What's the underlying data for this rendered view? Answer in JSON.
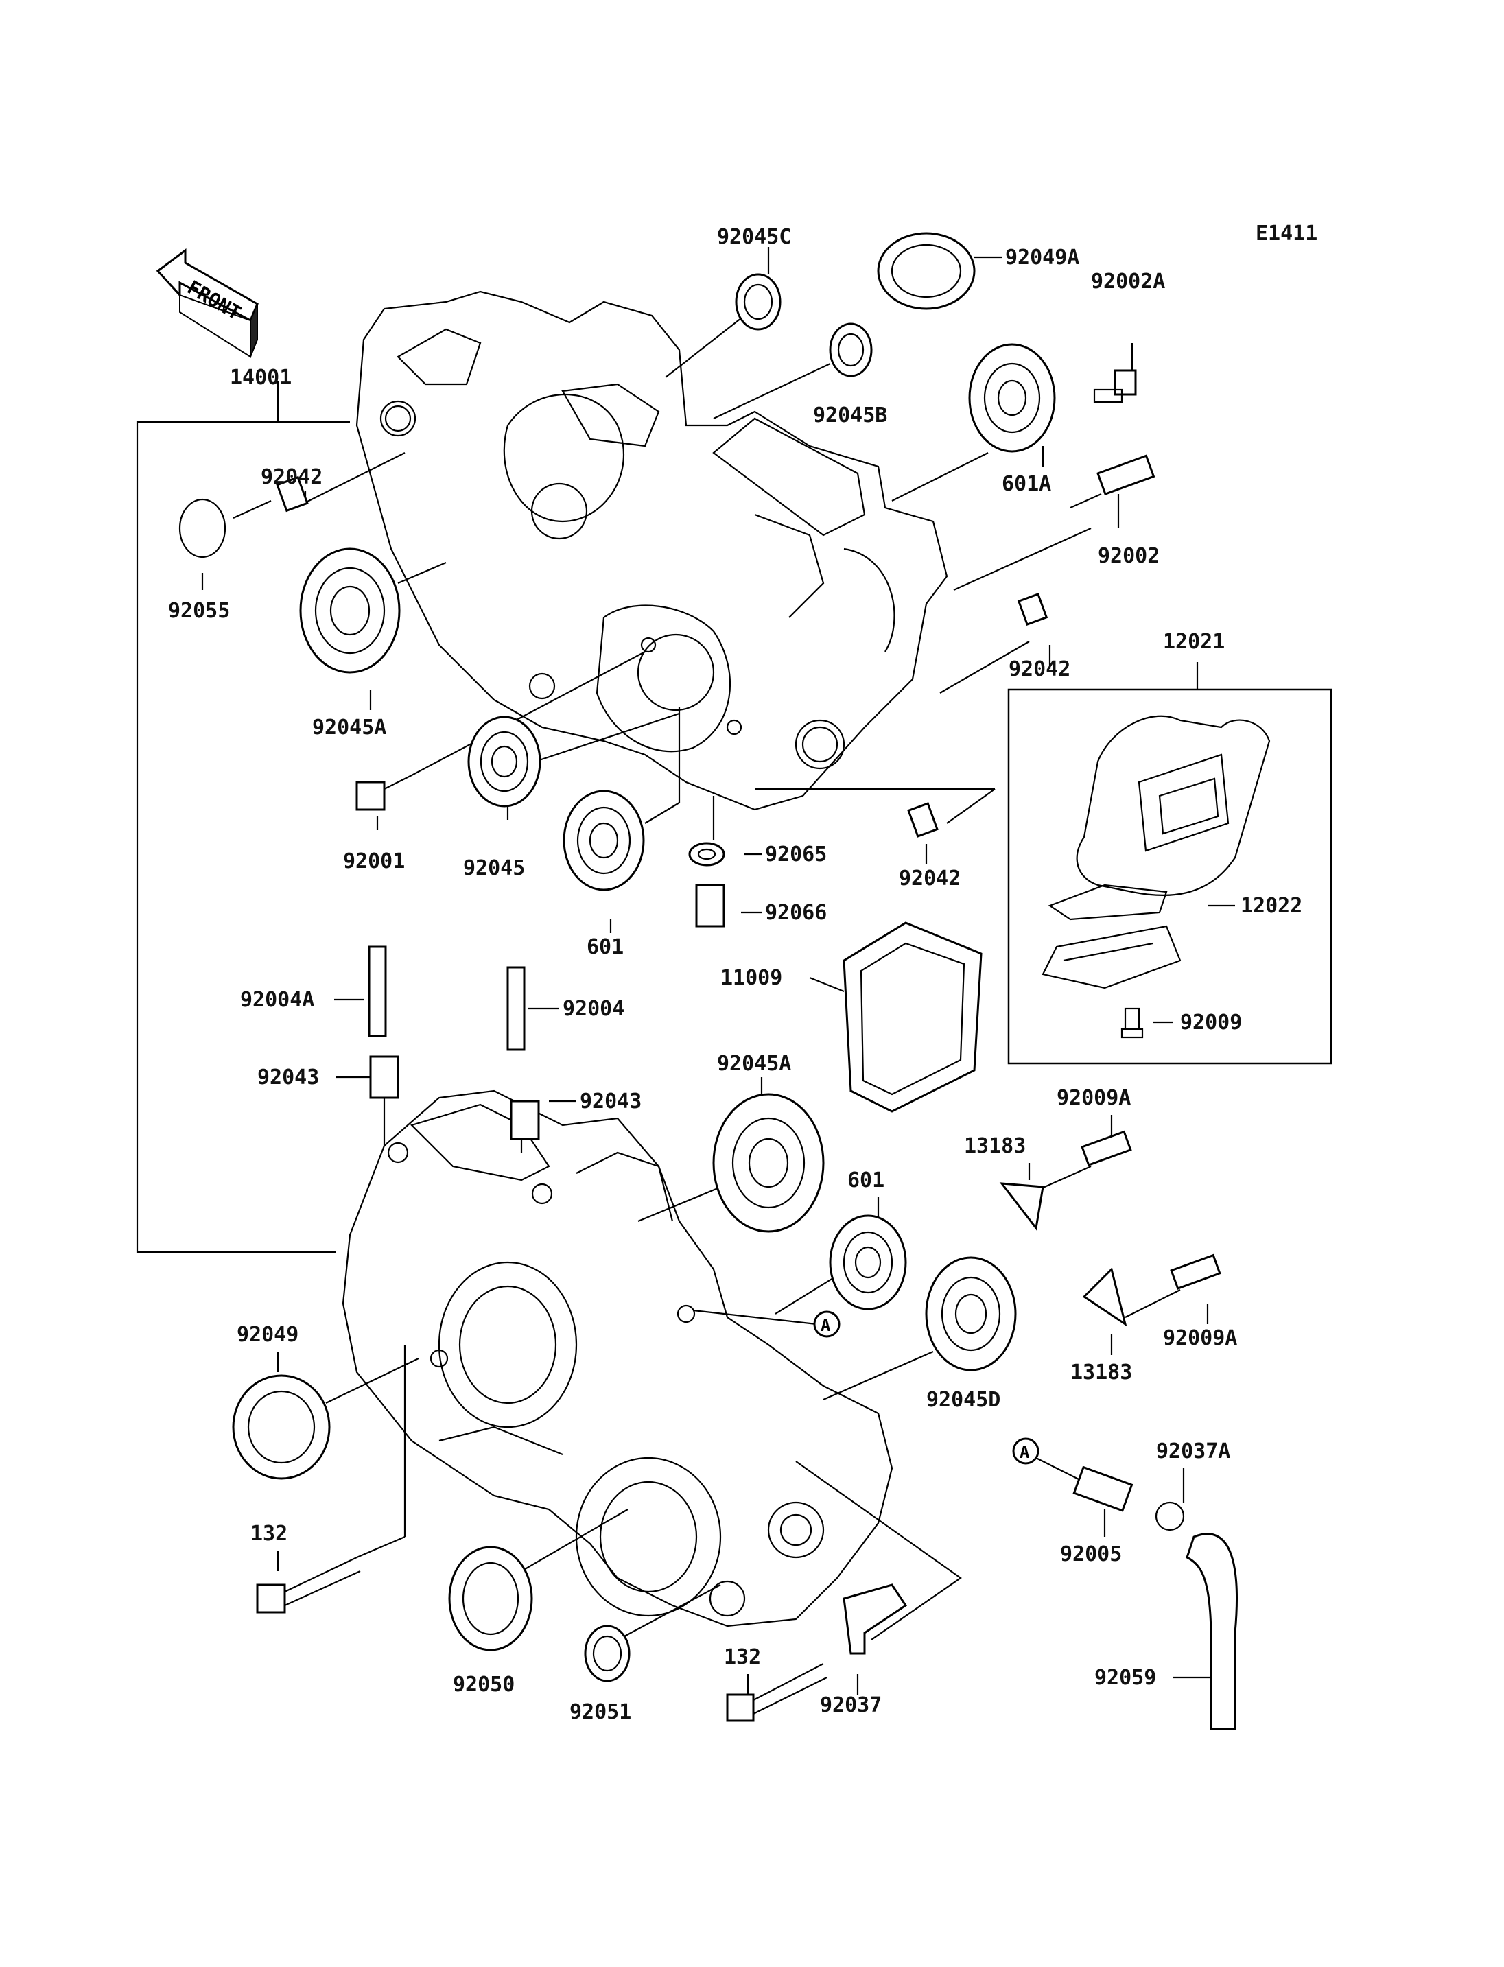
{
  "diagram": {
    "code": "E1411",
    "front_label": "FRONT",
    "callout_marker": "A",
    "parts": {
      "p14001": "14001",
      "p92042_a": "92042",
      "p92055": "92055",
      "p92045A_top": "92045A",
      "p92001": "92001",
      "p92045": "92045",
      "p601_top": "601",
      "p92065": "92065",
      "p92066": "92066",
      "p92042_b": "92042",
      "p92042_c": "92042",
      "p92045C": "92045C",
      "p92049A": "92049A",
      "p92045B": "92045B",
      "p92002A": "92002A",
      "p601A": "601A",
      "p92002": "92002",
      "p12021": "12021",
      "p12022": "12022",
      "p92009": "92009",
      "p11009": "11009",
      "p92004A": "92004A",
      "p92004": "92004",
      "p92043_a": "92043",
      "p92043_b": "92043",
      "p92045A_bot": "92045A",
      "p601_bot": "601",
      "p13183_a": "13183",
      "p92009A_a": "92009A",
      "p13183_b": "13183",
      "p92009A_b": "92009A",
      "p92049": "92049",
      "p92045D": "92045D",
      "p92037A": "92037A",
      "p92005": "92005",
      "p132_a": "132",
      "p92050": "92050",
      "p92051": "92051",
      "p132_b": "132",
      "p92037": "92037",
      "p92059": "92059"
    }
  }
}
